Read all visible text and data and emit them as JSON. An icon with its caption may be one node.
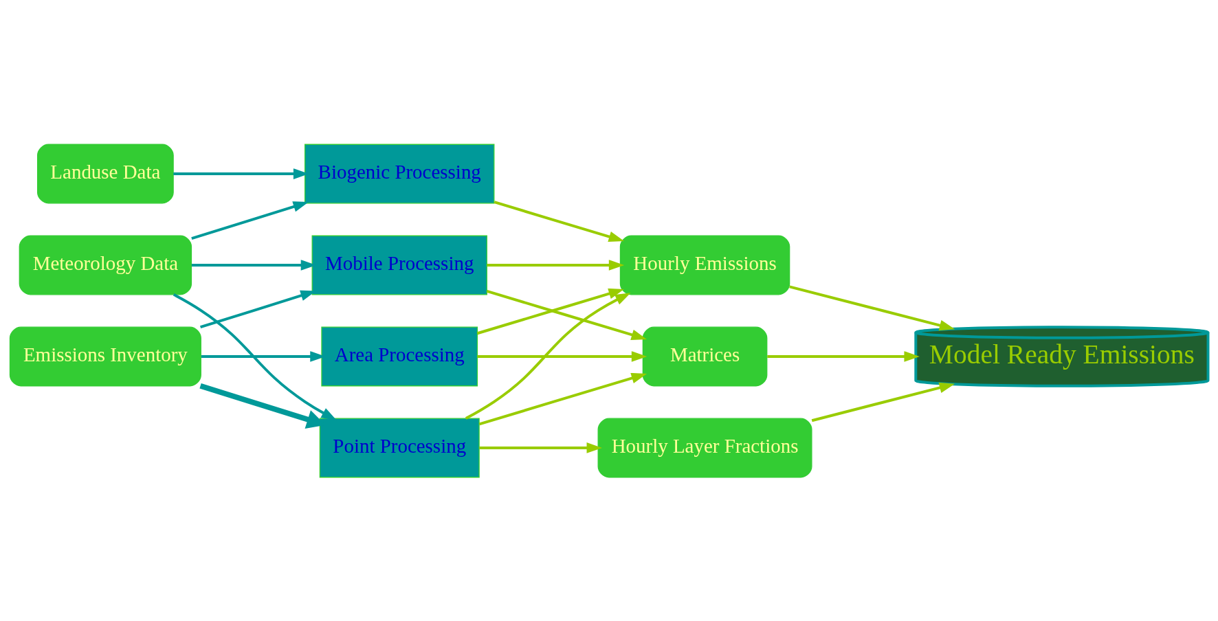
{
  "diagram": {
    "nodes": [
      {
        "text": [
          "Landuse Data"
        ]
      },
      {
        "text": [
          "Meteorology Data"
        ]
      },
      {
        "text": [
          "Emissions Inventory"
        ]
      },
      {
        "text": [
          "Biogenic Processing"
        ]
      },
      {
        "text": [
          "Mobile Processing"
        ]
      },
      {
        "text": [
          "Area Processing"
        ]
      },
      {
        "text": [
          "Point Processing"
        ]
      },
      {
        "text": [
          "Hourly Emissions"
        ]
      },
      {
        "text": [
          "Matrices"
        ]
      },
      {
        "text": [
          "Hourly Layer Fractions"
        ]
      },
      {
        "text": [
          "Model Ready Emissions"
        ]
      }
    ],
    "edges": [
      {
        "from": 0,
        "to": 3,
        "arrow": "to",
        "color": "#009999"
      },
      {
        "from": 1,
        "to": 3,
        "arrow": "to",
        "color": "#009999"
      },
      {
        "from": 1,
        "to": 4,
        "arrow": "to",
        "color": "#009999"
      },
      {
        "from": 1,
        "to": 6,
        "arrow": "to",
        "color": "#009999"
      },
      {
        "from": 2,
        "to": 4,
        "arrow": "to",
        "color": "#009999"
      },
      {
        "from": 2,
        "to": 5,
        "arrow": "to",
        "color": "#009999"
      },
      {
        "from": 2,
        "to": 6,
        "arrow": "to",
        "color": "#009999",
        "style": "thick"
      },
      {
        "from": 3,
        "to": 7,
        "arrow": "to"
      },
      {
        "from": 4,
        "to": 7,
        "arrow": "to"
      },
      {
        "from": 4,
        "to": 8,
        "arrow": "to"
      },
      {
        "from": 5,
        "to": 7,
        "arrow": "to"
      },
      {
        "from": 5,
        "to": 8,
        "arrow": "to"
      },
      {
        "from": 6,
        "to": 7,
        "arrow": "to"
      },
      {
        "from": 6,
        "to": 8,
        "arrow": "to"
      },
      {
        "from": 6,
        "to": 9,
        "arrow": "to"
      },
      {
        "from": 7,
        "to": 10,
        "arrow": "to"
      },
      {
        "from": 8,
        "to": 10,
        "arrow": "to"
      },
      {
        "from": 9,
        "to": 10,
        "arrow": "to"
      }
    ]
  }
}
